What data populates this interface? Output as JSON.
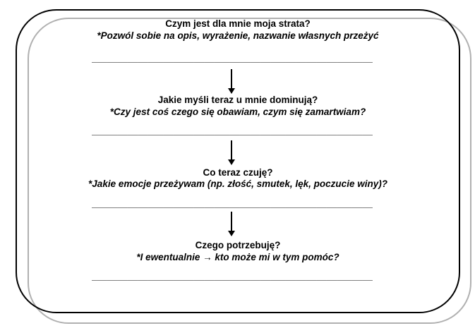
{
  "colors": {
    "frame_border": "#000000",
    "frame_shadow": "#b0b0b0",
    "text": "#000000"
  },
  "sections": [
    {
      "title": "Czym jest dla mnie moja strata?",
      "subtitle": "*Pozwól sobie na opis, wyrażenie, nazwanie własnych przeżyć",
      "answer_line": "_______________________________________________________"
    },
    {
      "title": "Jakie myśli teraz u mnie dominują?",
      "subtitle": "*Czy jest coś czego się obawiam, czym się zamartwiam?",
      "answer_line": "_______________________________________________________"
    },
    {
      "title": "Co teraz czuję?",
      "subtitle": "*Jakie emocje przeżywam (np. złość, smutek, lęk, poczucie winy)?",
      "answer_line": "_______________________________________________________"
    },
    {
      "title": "Czego potrzebuję?",
      "subtitle": "*I ewentualnie → kto może mi w tym pomóc?",
      "answer_line": "_______________________________________________________"
    }
  ]
}
